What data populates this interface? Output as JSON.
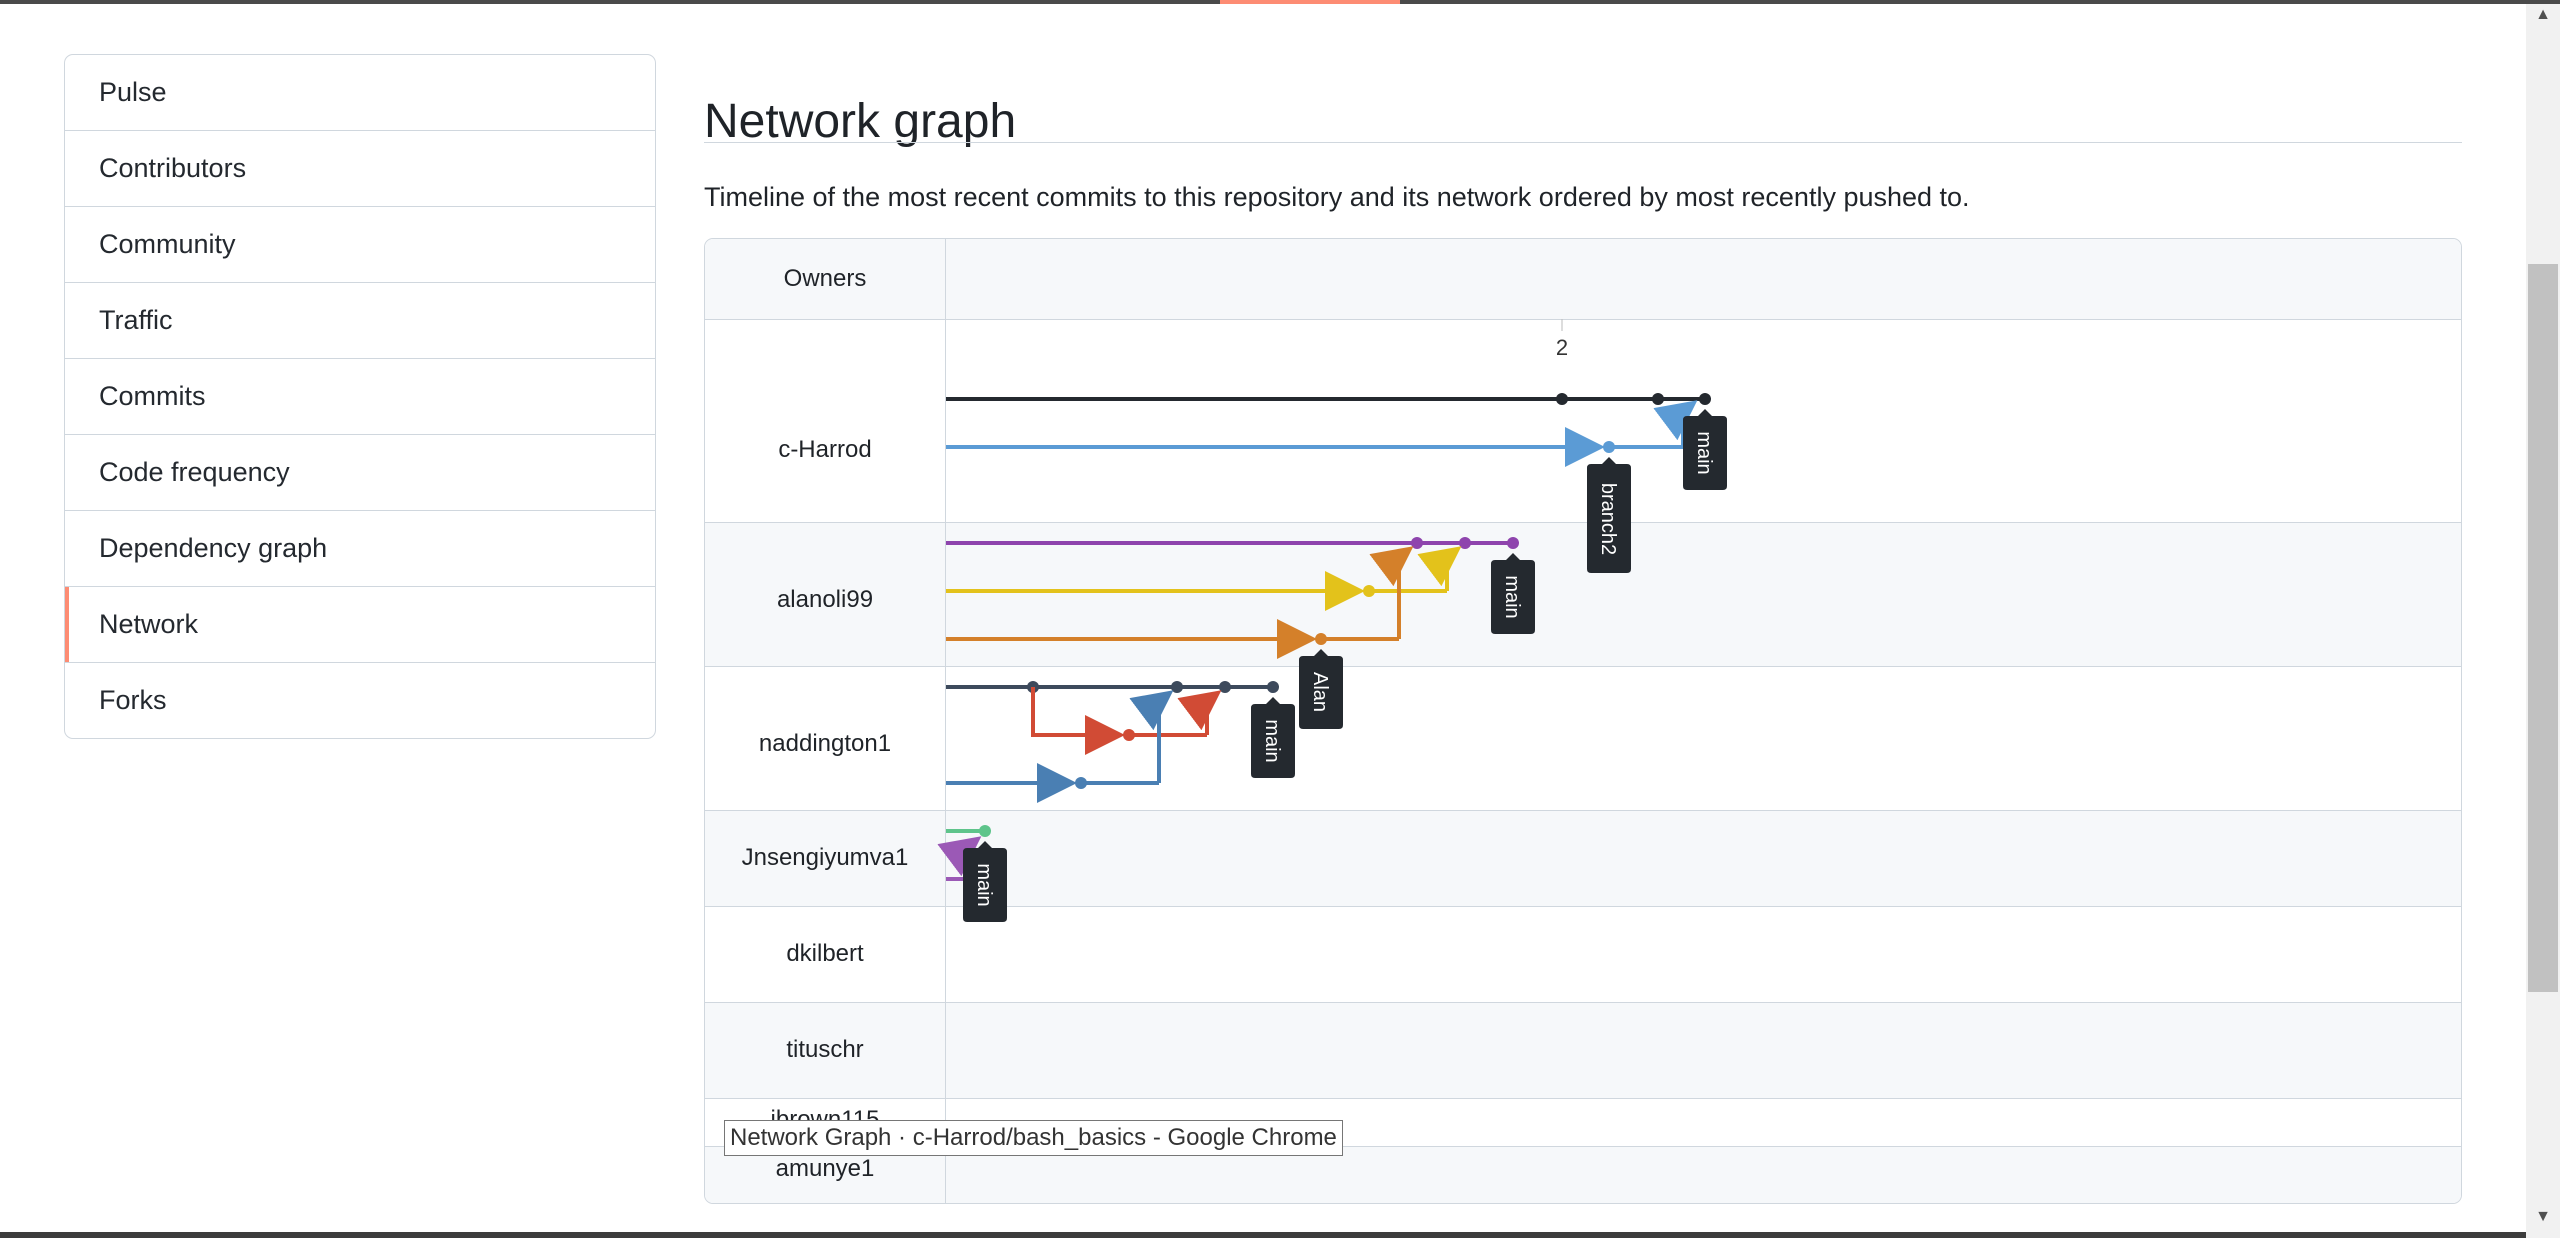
{
  "sidebar": {
    "items": [
      {
        "label": "Pulse",
        "selected": false
      },
      {
        "label": "Contributors",
        "selected": false
      },
      {
        "label": "Community",
        "selected": false
      },
      {
        "label": "Traffic",
        "selected": false
      },
      {
        "label": "Commits",
        "selected": false
      },
      {
        "label": "Code frequency",
        "selected": false
      },
      {
        "label": "Dependency graph",
        "selected": false
      },
      {
        "label": "Network",
        "selected": true
      },
      {
        "label": "Forks",
        "selected": false
      }
    ]
  },
  "main": {
    "title": "Network graph",
    "description": "Timeline of the most recent commits to this repository and its network ordered by most recently pushed to."
  },
  "graph": {
    "owners_header": "Owners",
    "date_marker": "2",
    "owners": [
      "c-Harrod",
      "alanoli99",
      "naddington1",
      "Jnsengiyumva1",
      "dkilbert",
      "tituschr",
      "jbrown115",
      "amunye1"
    ],
    "branch_labels": [
      "main",
      "branch2",
      "main",
      "Alan",
      "main",
      "main"
    ],
    "colors": {
      "black": "#24292f",
      "blue": "#5b9bd5",
      "purple": "#8e44ad",
      "yellow": "#e3c21b",
      "orange": "#d4802a",
      "slate": "#3d4a5c",
      "red": "#d14b35",
      "steel": "#4a7fb3",
      "green": "#5ec48b",
      "violet": "#9b59b6"
    }
  },
  "tooltip": "Network Graph · c-Harrod/bash_basics - Google Chrome"
}
